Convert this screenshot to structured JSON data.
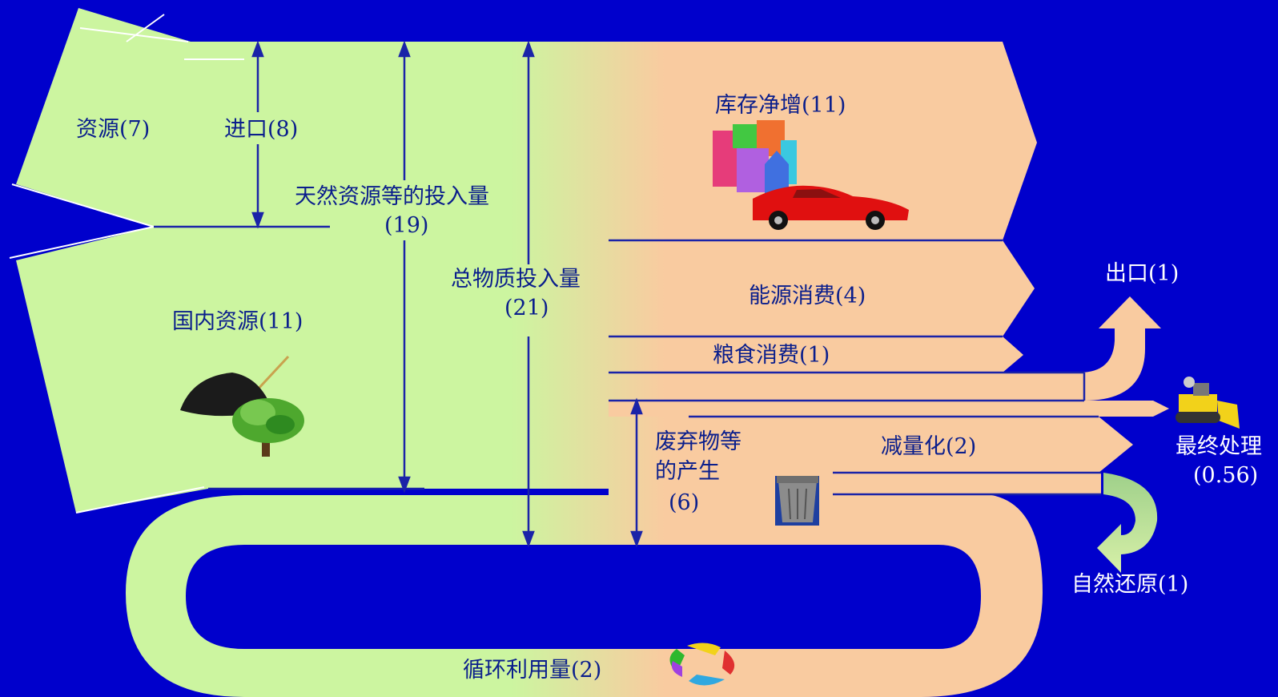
{
  "colors": {
    "background": "#0000CC",
    "green": "#CCF5A0",
    "peach": "#F9CBA0",
    "line": "#1A23A8",
    "label": "#0A1E8C",
    "white_label": "#FFFFFF"
  },
  "labels": {
    "resources": "资源(7)",
    "imports": "进口(8)",
    "natural_input": "天然资源等的投入量",
    "natural_input_value": "(19)",
    "domestic": "国内资源(11)",
    "total_input": "总物质投入量",
    "total_input_value": "(21)",
    "stock_increase": "库存净增(11)",
    "energy": "能源消费(4)",
    "food": "粮食消费(1)",
    "waste_line1": "废弃物等",
    "waste_line2": "的产生",
    "waste_value": "(6)",
    "reduction": "减量化(2)",
    "export": "出口(1)",
    "final_disposal": "最终处理",
    "final_disposal_value": "(0.56)",
    "natural_return": "自然还原(1)",
    "recycling": "循环利用量(2)"
  },
  "icons": [
    "soil-tree-icon",
    "city-buildings-icon",
    "red-car-icon",
    "trash-can-icon",
    "bulldozer-icon",
    "recycle-arrows-icon"
  ]
}
